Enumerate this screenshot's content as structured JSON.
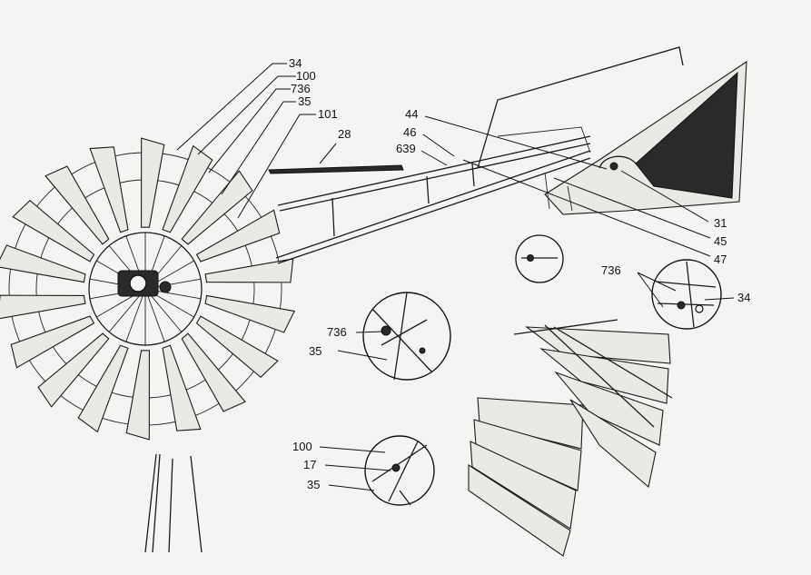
{
  "labels": {
    "wheel_34": "34",
    "wheel_100": "100",
    "wheel_736": "736",
    "wheel_35": "35",
    "wheel_101": "101",
    "rod_28": "28",
    "tail_44": "44",
    "tail_46": "46",
    "tail_639": "639",
    "tail_31": "31",
    "tail_45": "45",
    "tail_47": "47",
    "detailA_736": "736",
    "detailA_35": "35",
    "detailB_736": "736",
    "detailB_34": "34",
    "detailC_100": "100",
    "detailC_17": "17",
    "detailC_35": "35"
  },
  "colors": {
    "paper": "#f4f4f2",
    "ink": "#1a1a1a"
  }
}
